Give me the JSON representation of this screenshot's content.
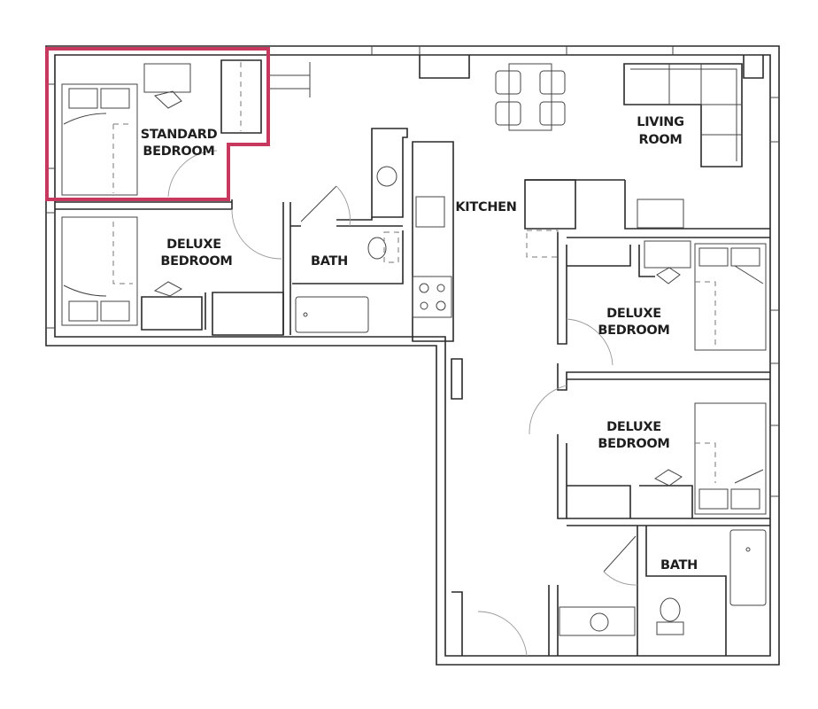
{
  "floor_plan": {
    "highlight_color": "#c8385e",
    "highlighted_room": "standard_bedroom",
    "rooms": {
      "standard_bedroom": {
        "line1": "STANDARD",
        "line2": "BEDROOM"
      },
      "deluxe_bedroom_left": {
        "line1": "DELUXE",
        "line2": "BEDROOM"
      },
      "bath_left": {
        "line1": "BATH"
      },
      "kitchen": {
        "line1": "KITCHEN"
      },
      "living_room": {
        "line1": "LIVING",
        "line2": "ROOM"
      },
      "deluxe_bedroom_right_upper": {
        "line1": "DELUXE",
        "line2": "BEDROOM"
      },
      "deluxe_bedroom_right_lower": {
        "line1": "DELUXE",
        "line2": "BEDROOM"
      },
      "bath_right": {
        "line1": "BATH"
      }
    }
  }
}
